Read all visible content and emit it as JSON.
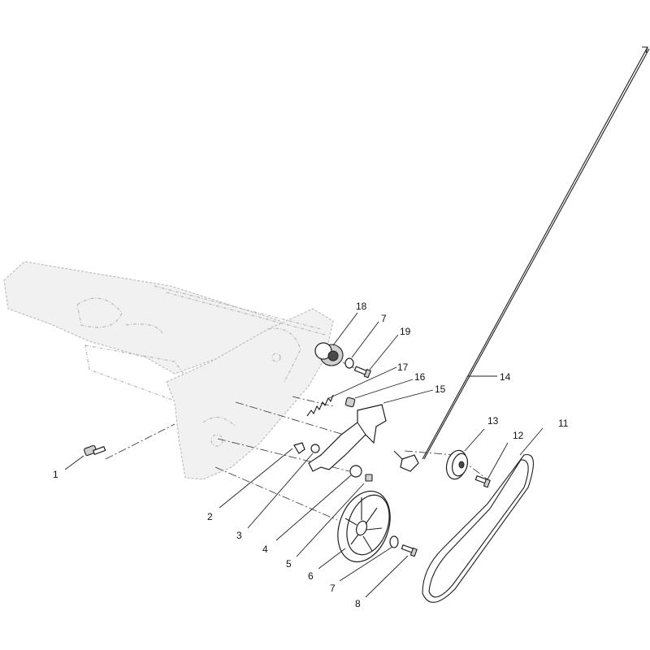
{
  "callouts": {
    "c1": "1",
    "c2": "2",
    "c3": "3",
    "c4": "4",
    "c5": "5",
    "c6": "6",
    "c7a": "7",
    "c7b": "7",
    "c8": "8",
    "c11": "11",
    "c12": "12",
    "c13": "13",
    "c14": "14",
    "c15": "15",
    "c16": "16",
    "c17": "17",
    "c18": "18",
    "c19": "19"
  }
}
